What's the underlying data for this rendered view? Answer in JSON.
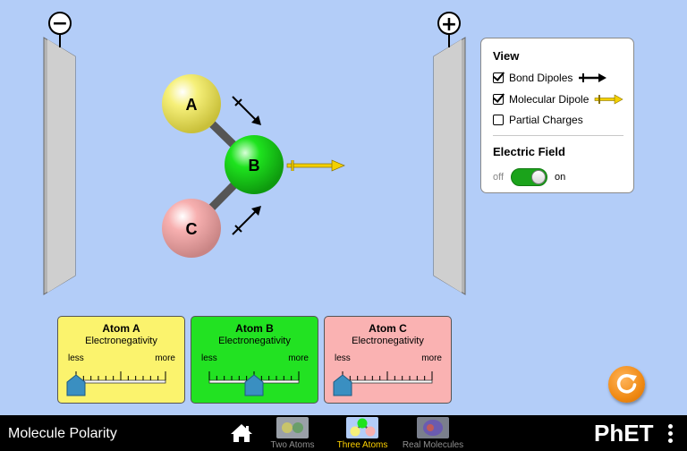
{
  "plates": {
    "negative_symbol": "−",
    "positive_symbol": "+"
  },
  "molecule": {
    "atoms": [
      {
        "label": "A",
        "color": "#f6f07a"
      },
      {
        "label": "B",
        "color": "#1ee31e"
      },
      {
        "label": "C",
        "color": "#f7b0b0"
      }
    ]
  },
  "view_panel": {
    "title": "View",
    "options": [
      {
        "label": "Bond Dipoles",
        "checked": true,
        "arrow_color": "#000000"
      },
      {
        "label": "Molecular Dipole",
        "checked": true,
        "arrow_color": "#f3d000"
      },
      {
        "label": "Partial Charges",
        "checked": false
      }
    ],
    "field_title": "Electric Field",
    "field_off_label": "off",
    "field_on_label": "on",
    "field_on": true
  },
  "electronegativity": [
    {
      "title": "Atom A",
      "subtitle": "Electronegativity",
      "less_label": "less",
      "more_label": "more",
      "value": 0.0,
      "color": "#fbf36d"
    },
    {
      "title": "Atom B",
      "subtitle": "Electronegativity",
      "less_label": "less",
      "more_label": "more",
      "value": 0.5,
      "color": "#22e222"
    },
    {
      "title": "Atom C",
      "subtitle": "Electronegativity",
      "less_label": "less",
      "more_label": "more",
      "value": 0.0,
      "color": "#fab2b2"
    }
  ],
  "navbar": {
    "sim_title": "Molecule Polarity",
    "tabs": [
      {
        "label": "Two Atoms",
        "active": false
      },
      {
        "label": "Three Atoms",
        "active": true
      },
      {
        "label": "Real Molecules",
        "active": false
      }
    ],
    "logo_text": "PhET"
  },
  "colors": {
    "background": "#b3cdf8",
    "slider_thumb": "#3a8fc1",
    "reset_button": "#f08a14",
    "active_tab": "#ffd200"
  }
}
